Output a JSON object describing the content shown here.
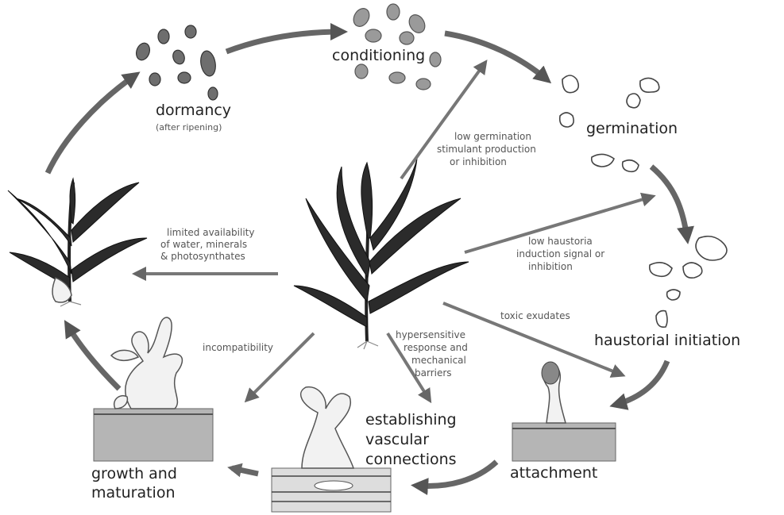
{
  "labels": {
    "conditioning": "conditioning",
    "germination": "germination",
    "dormancy": "dormancy",
    "dormancy_sub": "(after ripening)",
    "haustorial_initiation": "haustorial initiation",
    "attachment": "attachment",
    "establishing_line1": "establishing",
    "establishing_line2": "vascular",
    "establishing_line3": "connections",
    "growth_line1": "growth and",
    "growth_line2": "maturation"
  },
  "interactions": {
    "germination_stimulant": [
      "low germination",
      "stimulant production",
      "or inhibition"
    ],
    "limited_availability": [
      "limited availability",
      "of water, minerals",
      "& photosynthates"
    ],
    "haustoria_signal": [
      "low haustoria",
      "induction signal or",
      "inhibition"
    ],
    "toxic_exudates": "toxic exudates",
    "incompatibility": "incompatibility",
    "hypersensitive": [
      "hypersensitive",
      "response and",
      "mechanical",
      "barriers"
    ]
  }
}
